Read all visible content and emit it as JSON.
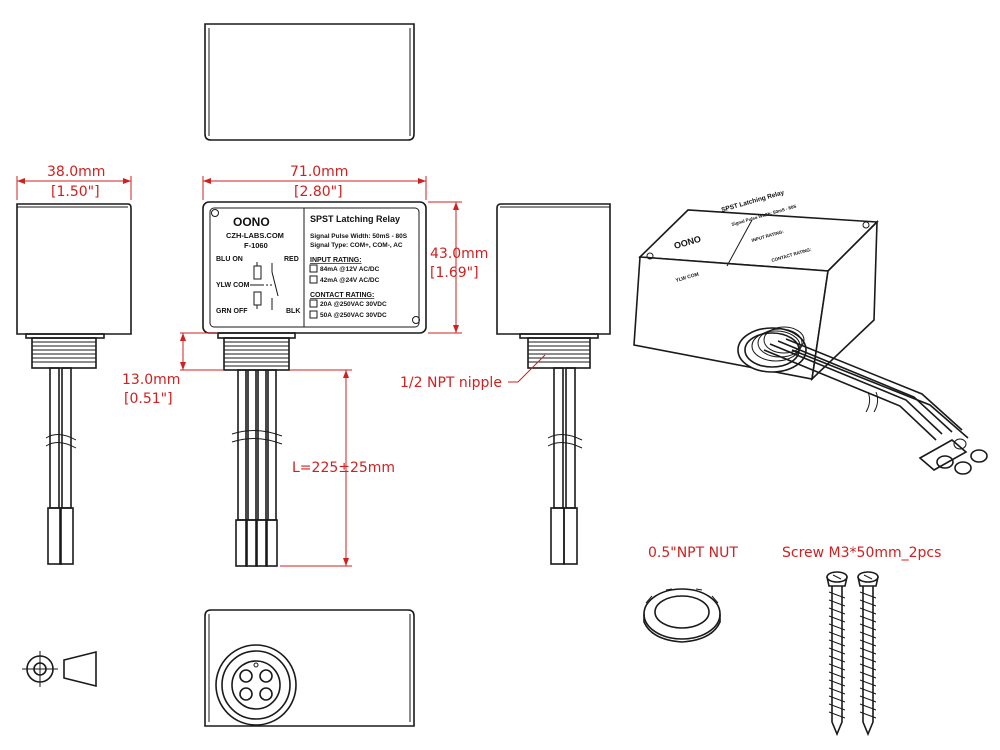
{
  "dimensions": {
    "width_mm": "38.0mm",
    "width_in": "[1.50\"]",
    "length_mm": "71.0mm",
    "length_in": "[2.80\"]",
    "height_mm": "43.0mm",
    "height_in": "[1.69\"]",
    "nipple_mm": "13.0mm",
    "nipple_in": "[0.51\"]",
    "lead_length": "L=225±25mm"
  },
  "callouts": {
    "nipple": "1/2 NPT nipple",
    "nut": "0.5\"NPT NUT",
    "screws": "Screw M3*50mm_2pcs"
  },
  "label": {
    "brand": "OONO",
    "website": "CZH-LABS.COM",
    "model": "F-1060",
    "title": "SPST Latching Relay",
    "pulse": "Signal Pulse Width: 50mS - 80S",
    "signal_type": "Signal Type: COM+, COM-, AC",
    "wire_blu": "BLU ON",
    "wire_ylw": "YLW COM",
    "wire_grn": "GRN OFF",
    "wire_red": "RED",
    "wire_blk": "BLK",
    "input_heading": "INPUT RATING:",
    "input_1": "84mA @12V AC/DC",
    "input_2": "42mA @24V AC/DC",
    "contact_heading": "CONTACT RATING:",
    "contact_1": "20A @250VAC 30VDC",
    "contact_2": "50A @250VAC 30VDC"
  }
}
